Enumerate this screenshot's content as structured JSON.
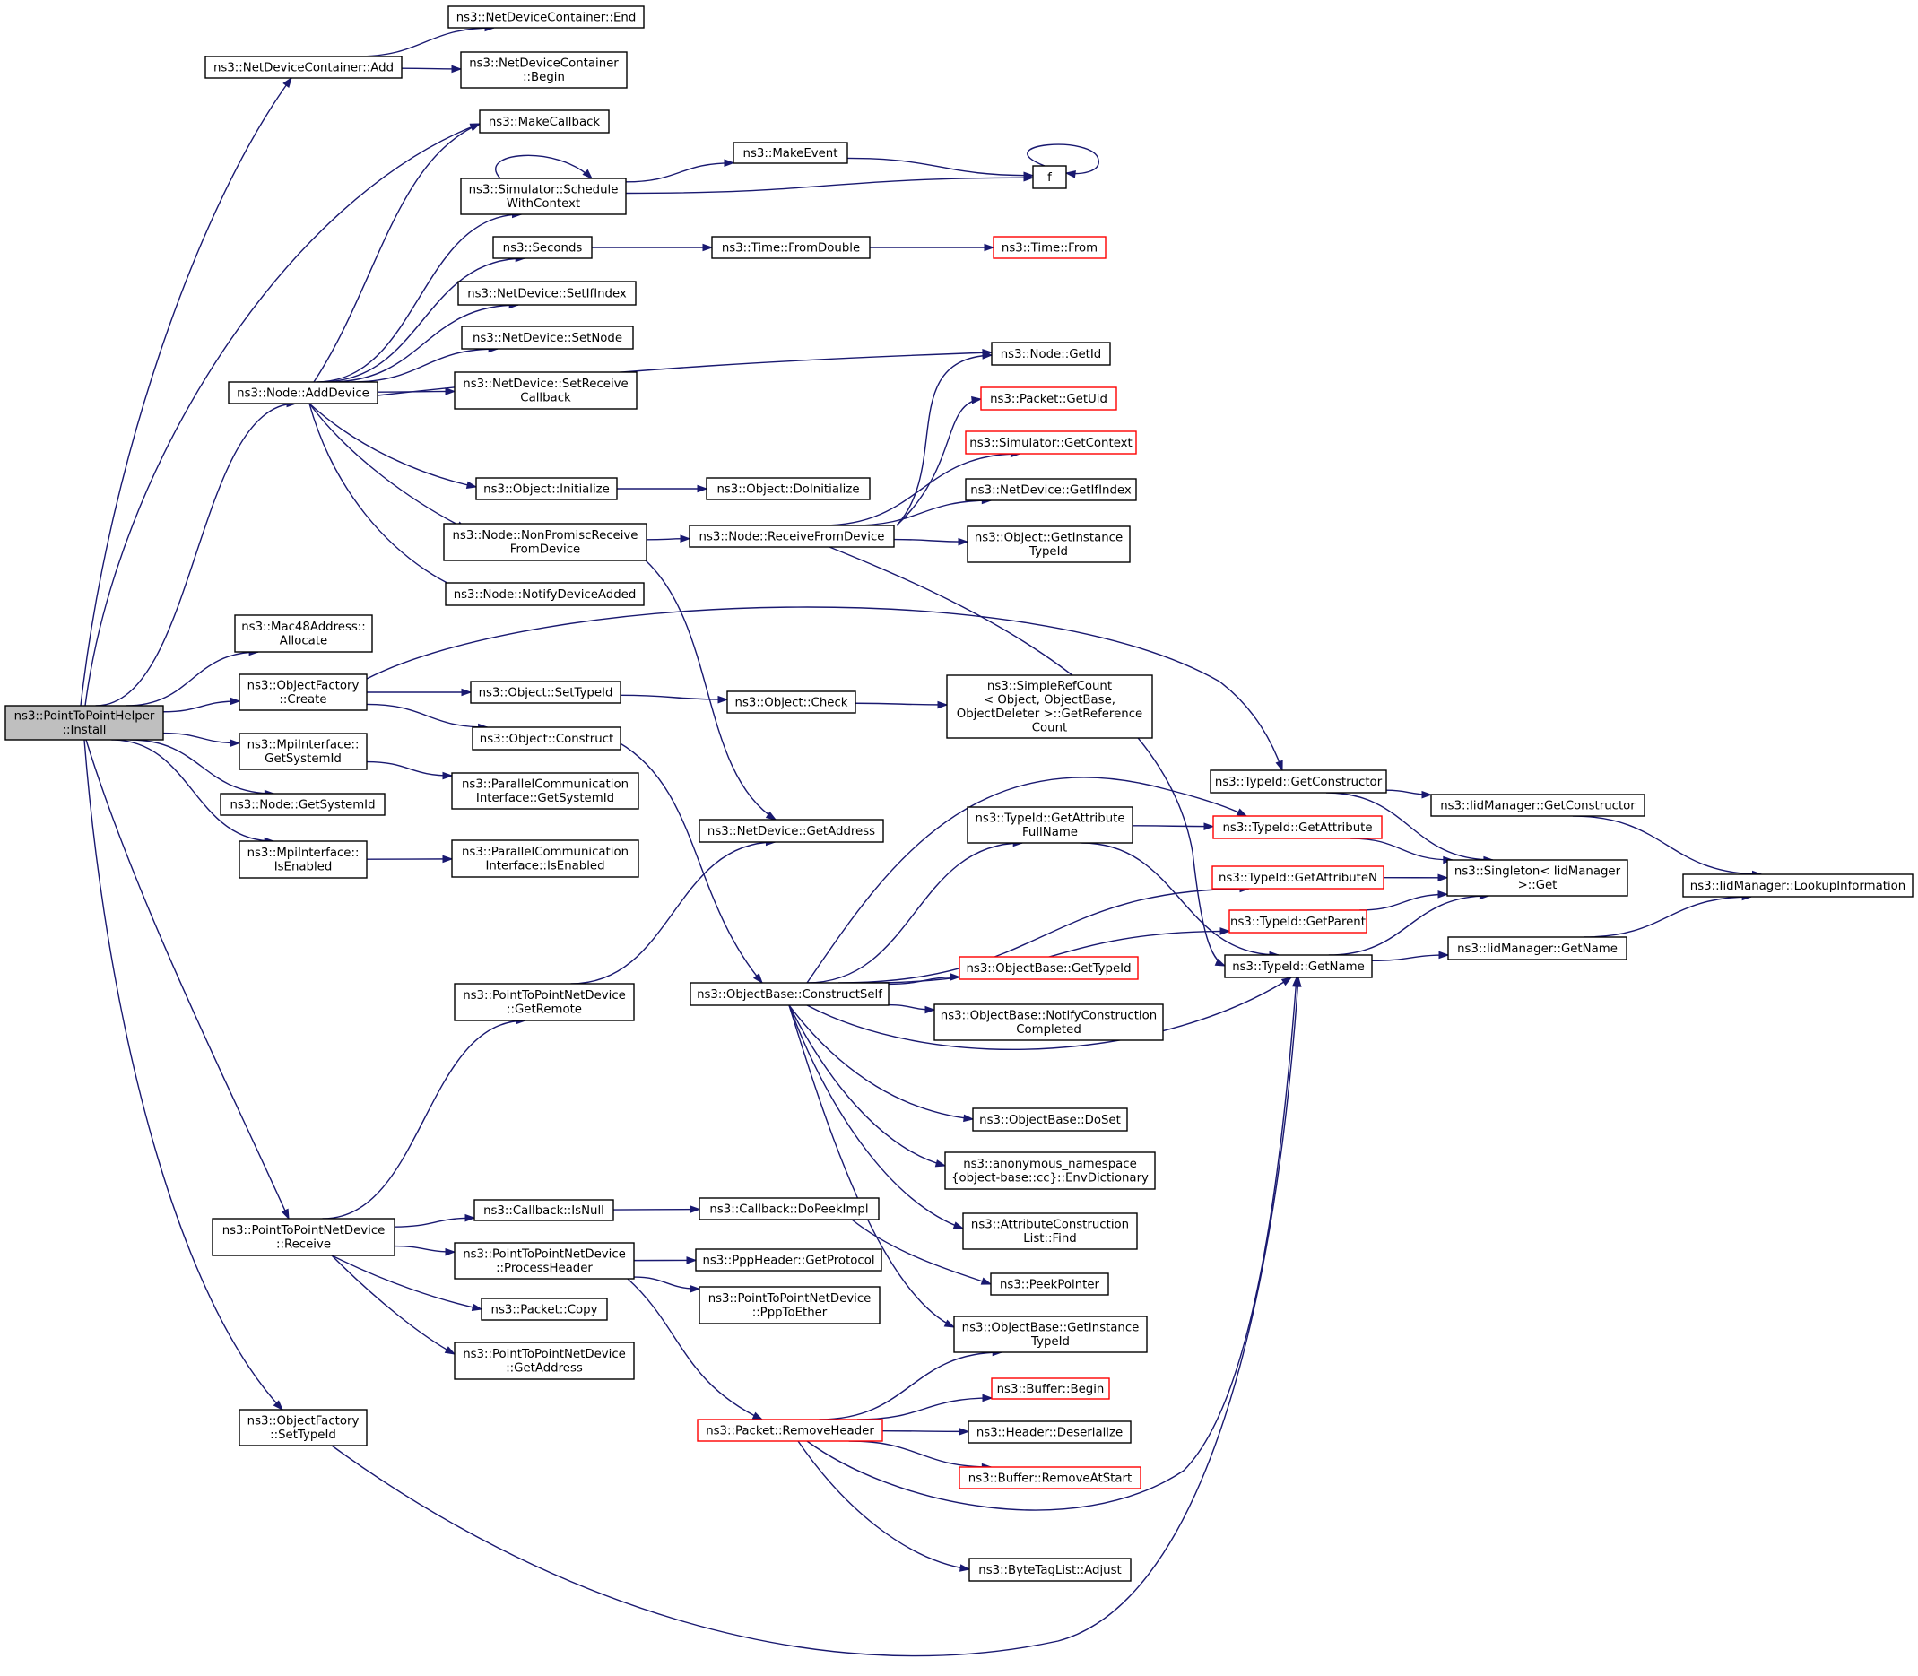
{
  "graph": {
    "nodes": [
      {
        "id": "root",
        "lines": [
          "ns3::PointToPointHelper",
          "::Install"
        ],
        "style": "root"
      },
      {
        "id": "ndc_add",
        "lines": [
          "ns3::NetDeviceContainer::Add"
        ],
        "style": "normal"
      },
      {
        "id": "ndc_end",
        "lines": [
          "ns3::NetDeviceContainer::End"
        ],
        "style": "normal"
      },
      {
        "id": "ndc_begin",
        "lines": [
          "ns3::NetDeviceContainer",
          "::Begin"
        ],
        "style": "normal"
      },
      {
        "id": "makecallback",
        "lines": [
          "ns3::MakeCallback"
        ],
        "style": "normal"
      },
      {
        "id": "schedule",
        "lines": [
          "ns3::Simulator::Schedule",
          "WithContext"
        ],
        "style": "normal"
      },
      {
        "id": "makeevent",
        "lines": [
          "ns3::MakeEvent"
        ],
        "style": "normal"
      },
      {
        "id": "f",
        "lines": [
          "f"
        ],
        "style": "normal"
      },
      {
        "id": "seconds",
        "lines": [
          "ns3::Seconds"
        ],
        "style": "normal"
      },
      {
        "id": "fromdouble",
        "lines": [
          "ns3::Time::FromDouble"
        ],
        "style": "normal"
      },
      {
        "id": "timefrom",
        "lines": [
          "ns3::Time::From"
        ],
        "style": "red"
      },
      {
        "id": "setifindex",
        "lines": [
          "ns3::NetDevice::SetIfIndex"
        ],
        "style": "normal"
      },
      {
        "id": "setnode",
        "lines": [
          "ns3::NetDevice::SetNode"
        ],
        "style": "normal"
      },
      {
        "id": "setreceive",
        "lines": [
          "ns3::NetDevice::SetReceive",
          "Callback"
        ],
        "style": "normal"
      },
      {
        "id": "adddevice",
        "lines": [
          "ns3::Node::AddDevice"
        ],
        "style": "normal"
      },
      {
        "id": "nodegetid",
        "lines": [
          "ns3::Node::GetId"
        ],
        "style": "normal"
      },
      {
        "id": "packetgetuid",
        "lines": [
          "ns3::Packet::GetUid"
        ],
        "style": "red"
      },
      {
        "id": "simgetcontext",
        "lines": [
          "ns3::Simulator::GetContext"
        ],
        "style": "red"
      },
      {
        "id": "objinitialize",
        "lines": [
          "ns3::Object::Initialize"
        ],
        "style": "normal"
      },
      {
        "id": "objdoinitialize",
        "lines": [
          "ns3::Object::DoInitialize"
        ],
        "style": "normal"
      },
      {
        "id": "ndgetifindex",
        "lines": [
          "ns3::NetDevice::GetIfIndex"
        ],
        "style": "normal"
      },
      {
        "id": "nonpromisc",
        "lines": [
          "ns3::Node::NonPromiscReceive",
          "FromDevice"
        ],
        "style": "normal"
      },
      {
        "id": "receivefromdevice",
        "lines": [
          "ns3::Node::ReceiveFromDevice"
        ],
        "style": "normal"
      },
      {
        "id": "objgetinstance",
        "lines": [
          "ns3::Object::GetInstance",
          "TypeId"
        ],
        "style": "normal"
      },
      {
        "id": "notifydeviceadded",
        "lines": [
          "ns3::Node::NotifyDeviceAdded"
        ],
        "style": "normal"
      },
      {
        "id": "mac48allocate",
        "lines": [
          "ns3::Mac48Address::",
          "Allocate"
        ],
        "style": "normal"
      },
      {
        "id": "objfactorycreate",
        "lines": [
          "ns3::ObjectFactory",
          "::Create"
        ],
        "style": "normal"
      },
      {
        "id": "objsettypeid",
        "lines": [
          "ns3::Object::SetTypeId"
        ],
        "style": "normal"
      },
      {
        "id": "objcheck",
        "lines": [
          "ns3::Object::Check"
        ],
        "style": "normal"
      },
      {
        "id": "simplerefcount",
        "lines": [
          "ns3::SimpleRefCount",
          "< Object, ObjectBase,",
          "ObjectDeleter >::GetReference",
          "Count"
        ],
        "style": "normal"
      },
      {
        "id": "objconstruct",
        "lines": [
          "ns3::Object::Construct"
        ],
        "style": "normal"
      },
      {
        "id": "mpigetsystemid",
        "lines": [
          "ns3::MpiInterface::",
          "GetSystemId"
        ],
        "style": "normal"
      },
      {
        "id": "pcigetsystemid",
        "lines": [
          "ns3::ParallelCommunication",
          "Interface::GetSystemId"
        ],
        "style": "normal"
      },
      {
        "id": "nodegetsystemid",
        "lines": [
          "ns3::Node::GetSystemId"
        ],
        "style": "normal"
      },
      {
        "id": "mpiisenabled",
        "lines": [
          "ns3::MpiInterface::",
          "IsEnabled"
        ],
        "style": "normal"
      },
      {
        "id": "pciisenabled",
        "lines": [
          "ns3::ParallelCommunication",
          "Interface::IsEnabled"
        ],
        "style": "normal"
      },
      {
        "id": "ndgetaddress",
        "lines": [
          "ns3::NetDevice::GetAddress"
        ],
        "style": "normal"
      },
      {
        "id": "typeidgetconstructor",
        "lines": [
          "ns3::TypeId::GetConstructor"
        ],
        "style": "normal"
      },
      {
        "id": "iidgetconstructor",
        "lines": [
          "ns3::IidManager::GetConstructor"
        ],
        "style": "normal"
      },
      {
        "id": "getattrfullname",
        "lines": [
          "ns3::TypeId::GetAttribute",
          "FullName"
        ],
        "style": "normal"
      },
      {
        "id": "typeidgetattribute",
        "lines": [
          "ns3::TypeId::GetAttribute"
        ],
        "style": "red"
      },
      {
        "id": "singletonget",
        "lines": [
          "ns3::Singleton< IidManager",
          ">::Get"
        ],
        "style": "normal"
      },
      {
        "id": "lookupinfo",
        "lines": [
          "ns3::IidManager::LookupInformation"
        ],
        "style": "normal"
      },
      {
        "id": "typeidgetattributen",
        "lines": [
          "ns3::TypeId::GetAttributeN"
        ],
        "style": "red"
      },
      {
        "id": "typeidgetparent",
        "lines": [
          "ns3::TypeId::GetParent"
        ],
        "style": "red"
      },
      {
        "id": "typeidgetname",
        "lines": [
          "ns3::TypeId::GetName"
        ],
        "style": "normal"
      },
      {
        "id": "iidgetname",
        "lines": [
          "ns3::IidManager::GetName"
        ],
        "style": "normal"
      },
      {
        "id": "p2pgetremote",
        "lines": [
          "ns3::PointToPointNetDevice",
          "::GetRemote"
        ],
        "style": "normal"
      },
      {
        "id": "constructself",
        "lines": [
          "ns3::ObjectBase::ConstructSelf"
        ],
        "style": "normal"
      },
      {
        "id": "obgettypeid",
        "lines": [
          "ns3::ObjectBase::GetTypeId"
        ],
        "style": "red"
      },
      {
        "id": "notifyconstruction",
        "lines": [
          "ns3::ObjectBase::NotifyConstruction",
          "Completed"
        ],
        "style": "normal"
      },
      {
        "id": "obdoset",
        "lines": [
          "ns3::ObjectBase::DoSet"
        ],
        "style": "normal"
      },
      {
        "id": "envdictionary",
        "lines": [
          "ns3::anonymous_namespace",
          "{object-base::cc}::EnvDictionary"
        ],
        "style": "normal"
      },
      {
        "id": "attrconstructionfind",
        "lines": [
          "ns3::AttributeConstruction",
          "List::Find"
        ],
        "style": "normal"
      },
      {
        "id": "p2preceive",
        "lines": [
          "ns3::PointToPointNetDevice",
          "::Receive"
        ],
        "style": "normal"
      },
      {
        "id": "callbackisnull",
        "lines": [
          "ns3::Callback::IsNull"
        ],
        "style": "normal"
      },
      {
        "id": "callbackdopeekimpl",
        "lines": [
          "ns3::Callback::DoPeekImpl"
        ],
        "style": "normal"
      },
      {
        "id": "p2pprocessheader",
        "lines": [
          "ns3::PointToPointNetDevice",
          "::ProcessHeader"
        ],
        "style": "normal"
      },
      {
        "id": "pppgetprotocol",
        "lines": [
          "ns3::PppHeader::GetProtocol"
        ],
        "style": "normal"
      },
      {
        "id": "peekpointer",
        "lines": [
          "ns3::PeekPointer"
        ],
        "style": "normal"
      },
      {
        "id": "ppptoether",
        "lines": [
          "ns3::PointToPointNetDevice",
          "::PppToEther"
        ],
        "style": "normal"
      },
      {
        "id": "packetcopy",
        "lines": [
          "ns3::Packet::Copy"
        ],
        "style": "normal"
      },
      {
        "id": "obgetinstancetypeid",
        "lines": [
          "ns3::ObjectBase::GetInstance",
          "TypeId"
        ],
        "style": "normal"
      },
      {
        "id": "p2pgetaddress",
        "lines": [
          "ns3::PointToPointNetDevice",
          "::GetAddress"
        ],
        "style": "normal"
      },
      {
        "id": "bufferbegin",
        "lines": [
          "ns3::Buffer::Begin"
        ],
        "style": "red"
      },
      {
        "id": "objfactorysettypeid",
        "lines": [
          "ns3::ObjectFactory",
          "::SetTypeId"
        ],
        "style": "normal"
      },
      {
        "id": "packetremoveheader",
        "lines": [
          "ns3::Packet::RemoveHeader"
        ],
        "style": "red"
      },
      {
        "id": "headerdeserialize",
        "lines": [
          "ns3::Header::Deserialize"
        ],
        "style": "normal"
      },
      {
        "id": "bufferremoveatstart",
        "lines": [
          "ns3::Buffer::RemoveAtStart"
        ],
        "style": "red"
      },
      {
        "id": "bytetaglistadjust",
        "lines": [
          "ns3::ByteTagList::Adjust"
        ],
        "style": "normal"
      }
    ],
    "edges": [
      [
        "root",
        "ndc_add"
      ],
      [
        "ndc_add",
        "ndc_end"
      ],
      [
        "ndc_add",
        "ndc_begin"
      ],
      [
        "root",
        "makecallback"
      ],
      [
        "root",
        "adddevice"
      ],
      [
        "root",
        "mac48allocate"
      ],
      [
        "root",
        "objfactorycreate"
      ],
      [
        "root",
        "mpigetsystemid"
      ],
      [
        "root",
        "nodegetsystemid"
      ],
      [
        "root",
        "mpiisenabled"
      ],
      [
        "root",
        "p2preceive"
      ],
      [
        "root",
        "objfactorysettypeid"
      ],
      [
        "adddevice",
        "makecallback"
      ],
      [
        "adddevice",
        "schedule"
      ],
      [
        "adddevice",
        "seconds"
      ],
      [
        "adddevice",
        "setifindex"
      ],
      [
        "adddevice",
        "setnode"
      ],
      [
        "adddevice",
        "setreceive"
      ],
      [
        "adddevice",
        "nodegetid"
      ],
      [
        "adddevice",
        "objinitialize"
      ],
      [
        "adddevice",
        "nonpromisc"
      ],
      [
        "adddevice",
        "notifydeviceadded"
      ],
      [
        "schedule",
        "schedule"
      ],
      [
        "schedule",
        "makeevent"
      ],
      [
        "schedule",
        "f"
      ],
      [
        "makeevent",
        "f"
      ],
      [
        "f",
        "f"
      ],
      [
        "seconds",
        "fromdouble"
      ],
      [
        "fromdouble",
        "timefrom"
      ],
      [
        "objinitialize",
        "objdoinitialize"
      ],
      [
        "nonpromisc",
        "receivefromdevice"
      ],
      [
        "nonpromisc",
        "ndgetaddress"
      ],
      [
        "receivefromdevice",
        "nodegetid"
      ],
      [
        "receivefromdevice",
        "packetgetuid"
      ],
      [
        "receivefromdevice",
        "simgetcontext"
      ],
      [
        "receivefromdevice",
        "ndgetifindex"
      ],
      [
        "receivefromdevice",
        "objgetinstance"
      ],
      [
        "receivefromdevice",
        "typeidgetname"
      ],
      [
        "objfactorycreate",
        "objsettypeid"
      ],
      [
        "objfactorycreate",
        "objconstruct"
      ],
      [
        "objfactorycreate",
        "typeidgetconstructor"
      ],
      [
        "objsettypeid",
        "objcheck"
      ],
      [
        "objcheck",
        "simplerefcount"
      ],
      [
        "objconstruct",
        "constructself"
      ],
      [
        "mpigetsystemid",
        "pcigetsystemid"
      ],
      [
        "mpiisenabled",
        "pciisenabled"
      ],
      [
        "typeidgetconstructor",
        "iidgetconstructor"
      ],
      [
        "typeidgetconstructor",
        "singletonget"
      ],
      [
        "iidgetconstructor",
        "lookupinfo"
      ],
      [
        "getattrfullname",
        "typeidgetattribute"
      ],
      [
        "getattrfullname",
        "typeidgetname"
      ],
      [
        "typeidgetattribute",
        "singletonget"
      ],
      [
        "typeidgetattributen",
        "singletonget"
      ],
      [
        "typeidgetparent",
        "singletonget"
      ],
      [
        "typeidgetname",
        "singletonget"
      ],
      [
        "typeidgetname",
        "iidgetname"
      ],
      [
        "iidgetname",
        "lookupinfo"
      ],
      [
        "p2pgetremote",
        "ndgetaddress"
      ],
      [
        "constructself",
        "typeidgetattribute"
      ],
      [
        "constructself",
        "getattrfullname"
      ],
      [
        "constructself",
        "typeidgetattributen"
      ],
      [
        "constructself",
        "typeidgetparent"
      ],
      [
        "constructself",
        "obgettypeid"
      ],
      [
        "constructself",
        "notifyconstruction"
      ],
      [
        "constructself",
        "typeidgetname"
      ],
      [
        "constructself",
        "obdoset"
      ],
      [
        "constructself",
        "envdictionary"
      ],
      [
        "constructself",
        "attrconstructionfind"
      ],
      [
        "constructself",
        "obgetinstancetypeid"
      ],
      [
        "p2preceive",
        "p2pgetremote"
      ],
      [
        "p2preceive",
        "callbackisnull"
      ],
      [
        "p2preceive",
        "p2pprocessheader"
      ],
      [
        "p2preceive",
        "packetcopy"
      ],
      [
        "p2preceive",
        "p2pgetaddress"
      ],
      [
        "callbackisnull",
        "callbackdopeekimpl"
      ],
      [
        "callbackdopeekimpl",
        "peekpointer"
      ],
      [
        "p2pprocessheader",
        "pppgetprotocol"
      ],
      [
        "p2pprocessheader",
        "ppptoether"
      ],
      [
        "p2pprocessheader",
        "packetremoveheader"
      ],
      [
        "packetremoveheader",
        "obgetinstancetypeid"
      ],
      [
        "packetremoveheader",
        "bufferbegin"
      ],
      [
        "packetremoveheader",
        "headerdeserialize"
      ],
      [
        "packetremoveheader",
        "bufferremoveatstart"
      ],
      [
        "packetremoveheader",
        "bytetaglistadjust"
      ],
      [
        "packetremoveheader",
        "typeidgetname"
      ],
      [
        "objfactorysettypeid",
        "typeidgetname"
      ]
    ]
  }
}
